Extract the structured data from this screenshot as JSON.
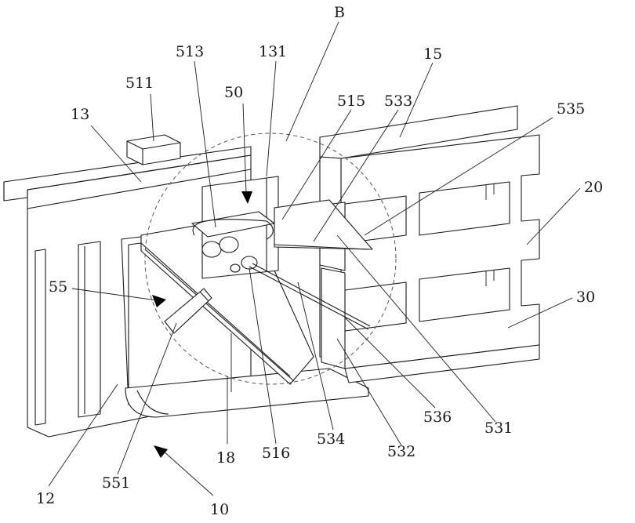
{
  "labels": {
    "B": "B",
    "l131": "131",
    "l513": "513",
    "l15": "15",
    "l511": "511",
    "l50": "50",
    "l515": "515",
    "l533": "533",
    "l535": "535",
    "l13": "13",
    "l20": "20",
    "l55": "55",
    "l30": "30",
    "l536": "536",
    "l531": "531",
    "l534": "534",
    "l532": "532",
    "l516": "516",
    "l18": "18",
    "l551": "551",
    "l12": "12",
    "l10": "10"
  }
}
